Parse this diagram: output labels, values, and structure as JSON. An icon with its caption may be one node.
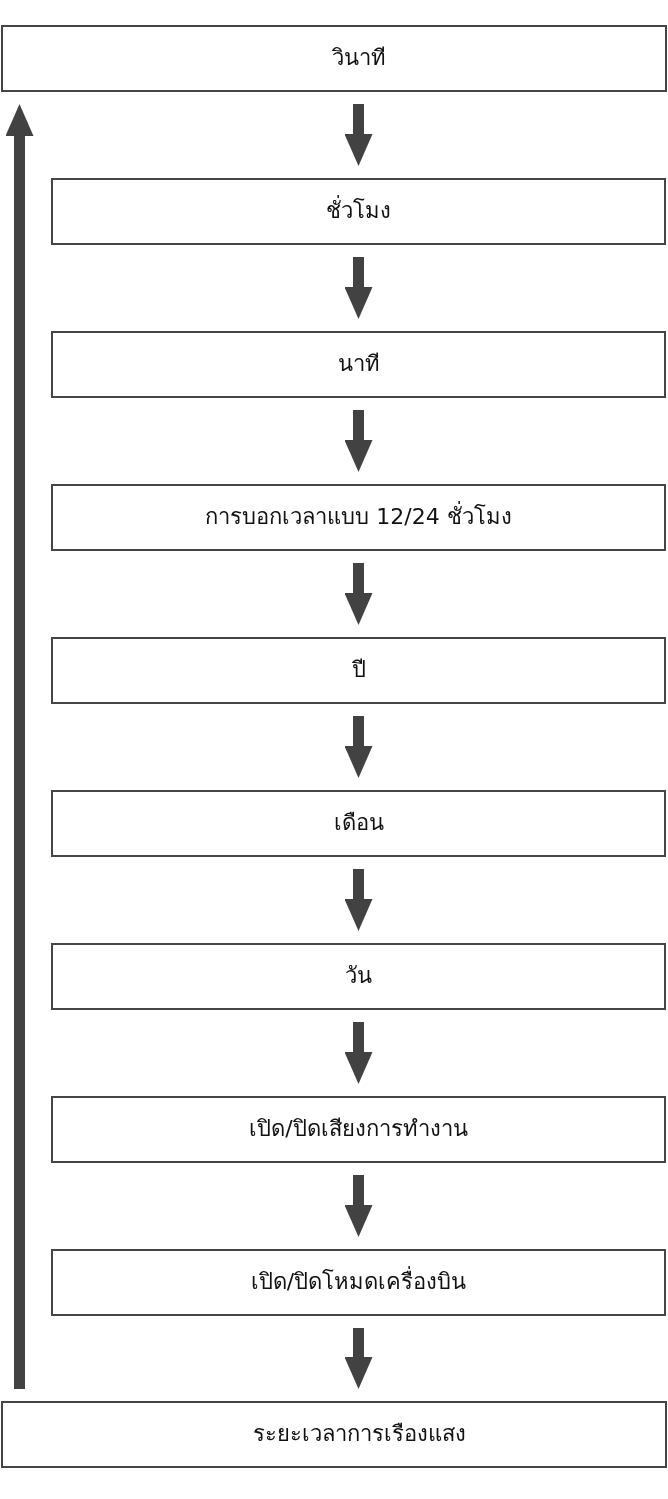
{
  "diagram": {
    "nodes": [
      {
        "text": [
          "วินาที"
        ]
      },
      {
        "text": [
          "ชั่วโมง"
        ]
      },
      {
        "text": [
          "นาที"
        ]
      },
      {
        "text": [
          "การบอกเวลาแบบ 12/24 ชั่วโมง"
        ]
      },
      {
        "text": [
          "ปี"
        ]
      },
      {
        "text": [
          "เดือน"
        ]
      },
      {
        "text": [
          "วัน"
        ]
      },
      {
        "text": [
          "เปิด/ปิดเสียงการทำงาน"
        ]
      },
      {
        "text": [
          "เปิด/ปิดโหมดเครื่องบิน"
        ]
      },
      {
        "text": [
          "ระยะเวลาการเรืองแสง"
        ]
      }
    ],
    "edges": [
      {
        "from": 0,
        "to": 1,
        "arrow": "to"
      },
      {
        "from": 1,
        "to": 2,
        "arrow": "to"
      },
      {
        "from": 2,
        "to": 3,
        "arrow": "to"
      },
      {
        "from": 3,
        "to": 4,
        "arrow": "to"
      },
      {
        "from": 4,
        "to": 5,
        "arrow": "to"
      },
      {
        "from": 5,
        "to": 6,
        "arrow": "to"
      },
      {
        "from": 6,
        "to": 7,
        "arrow": "to"
      },
      {
        "from": 7,
        "to": 8,
        "arrow": "to"
      },
      {
        "from": 8,
        "to": 9,
        "arrow": "to"
      },
      {
        "from": 9,
        "to": 0,
        "arrow": "to"
      }
    ]
  }
}
